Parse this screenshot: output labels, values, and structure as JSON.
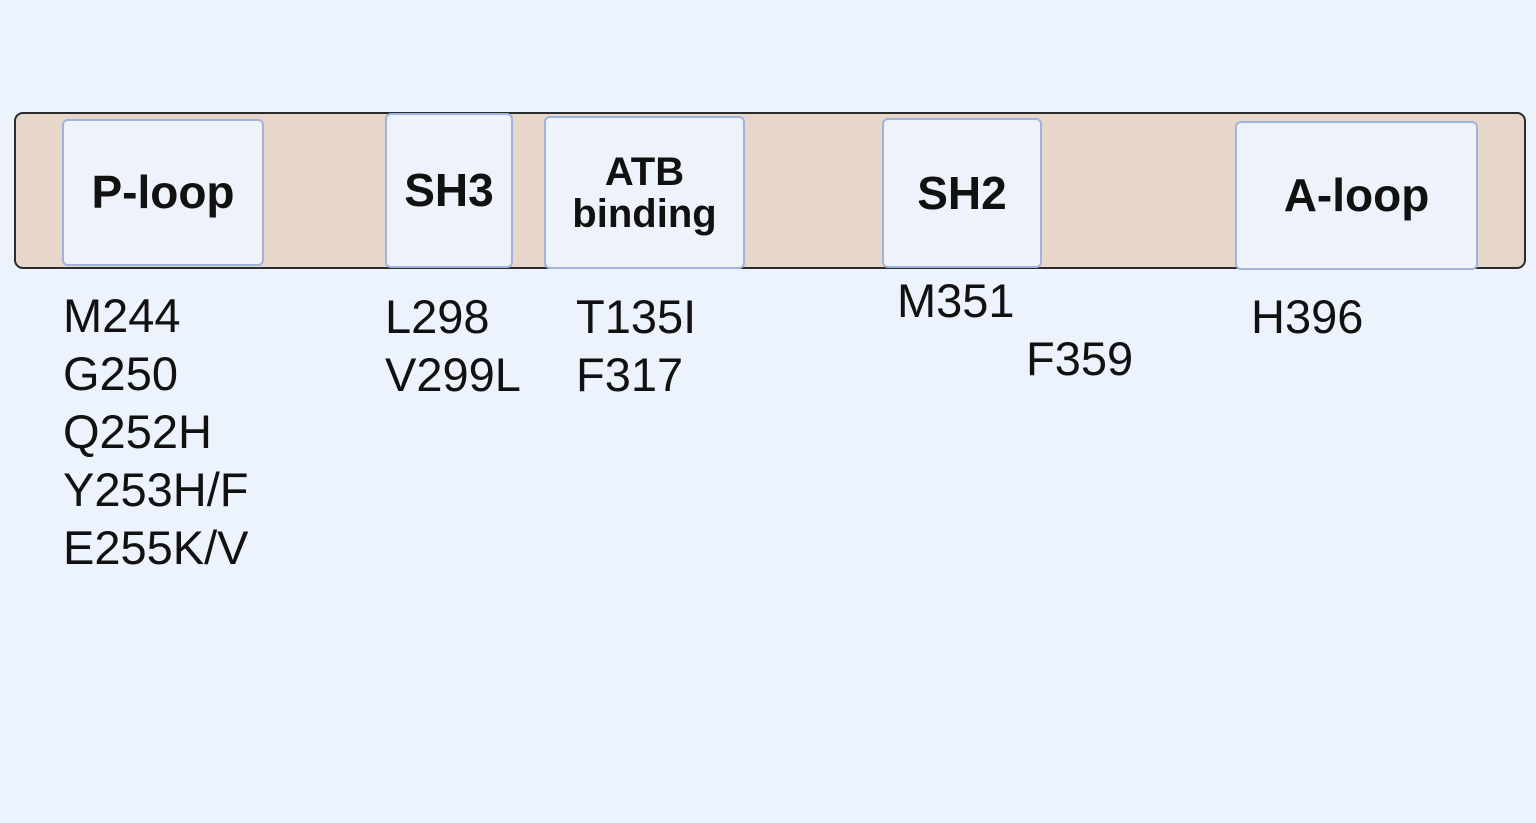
{
  "domains": [
    {
      "id": "p-loop",
      "label": "P-loop"
    },
    {
      "id": "sh3",
      "label": "SH3"
    },
    {
      "id": "atb-binding",
      "label": "ATB\nbinding"
    },
    {
      "id": "sh2",
      "label": "SH2"
    },
    {
      "id": "a-loop",
      "label": "A-loop"
    }
  ],
  "mutations": {
    "p_loop": [
      "M244",
      "G250",
      "Q252H",
      "Y253H/F",
      "E255K/V"
    ],
    "sh3": [
      "L298",
      "V299L"
    ],
    "atb_binding": [
      "T135I",
      "F317"
    ],
    "sh2": [
      "M351",
      "F359"
    ],
    "a_loop": [
      "H396"
    ]
  },
  "colors": {
    "background": "#edf3fc",
    "bar_fill": "#e6d7ca",
    "bar_border": "#2b2b2b",
    "domain_fill": "#eef3fb",
    "domain_border": "#9fb3dd"
  }
}
